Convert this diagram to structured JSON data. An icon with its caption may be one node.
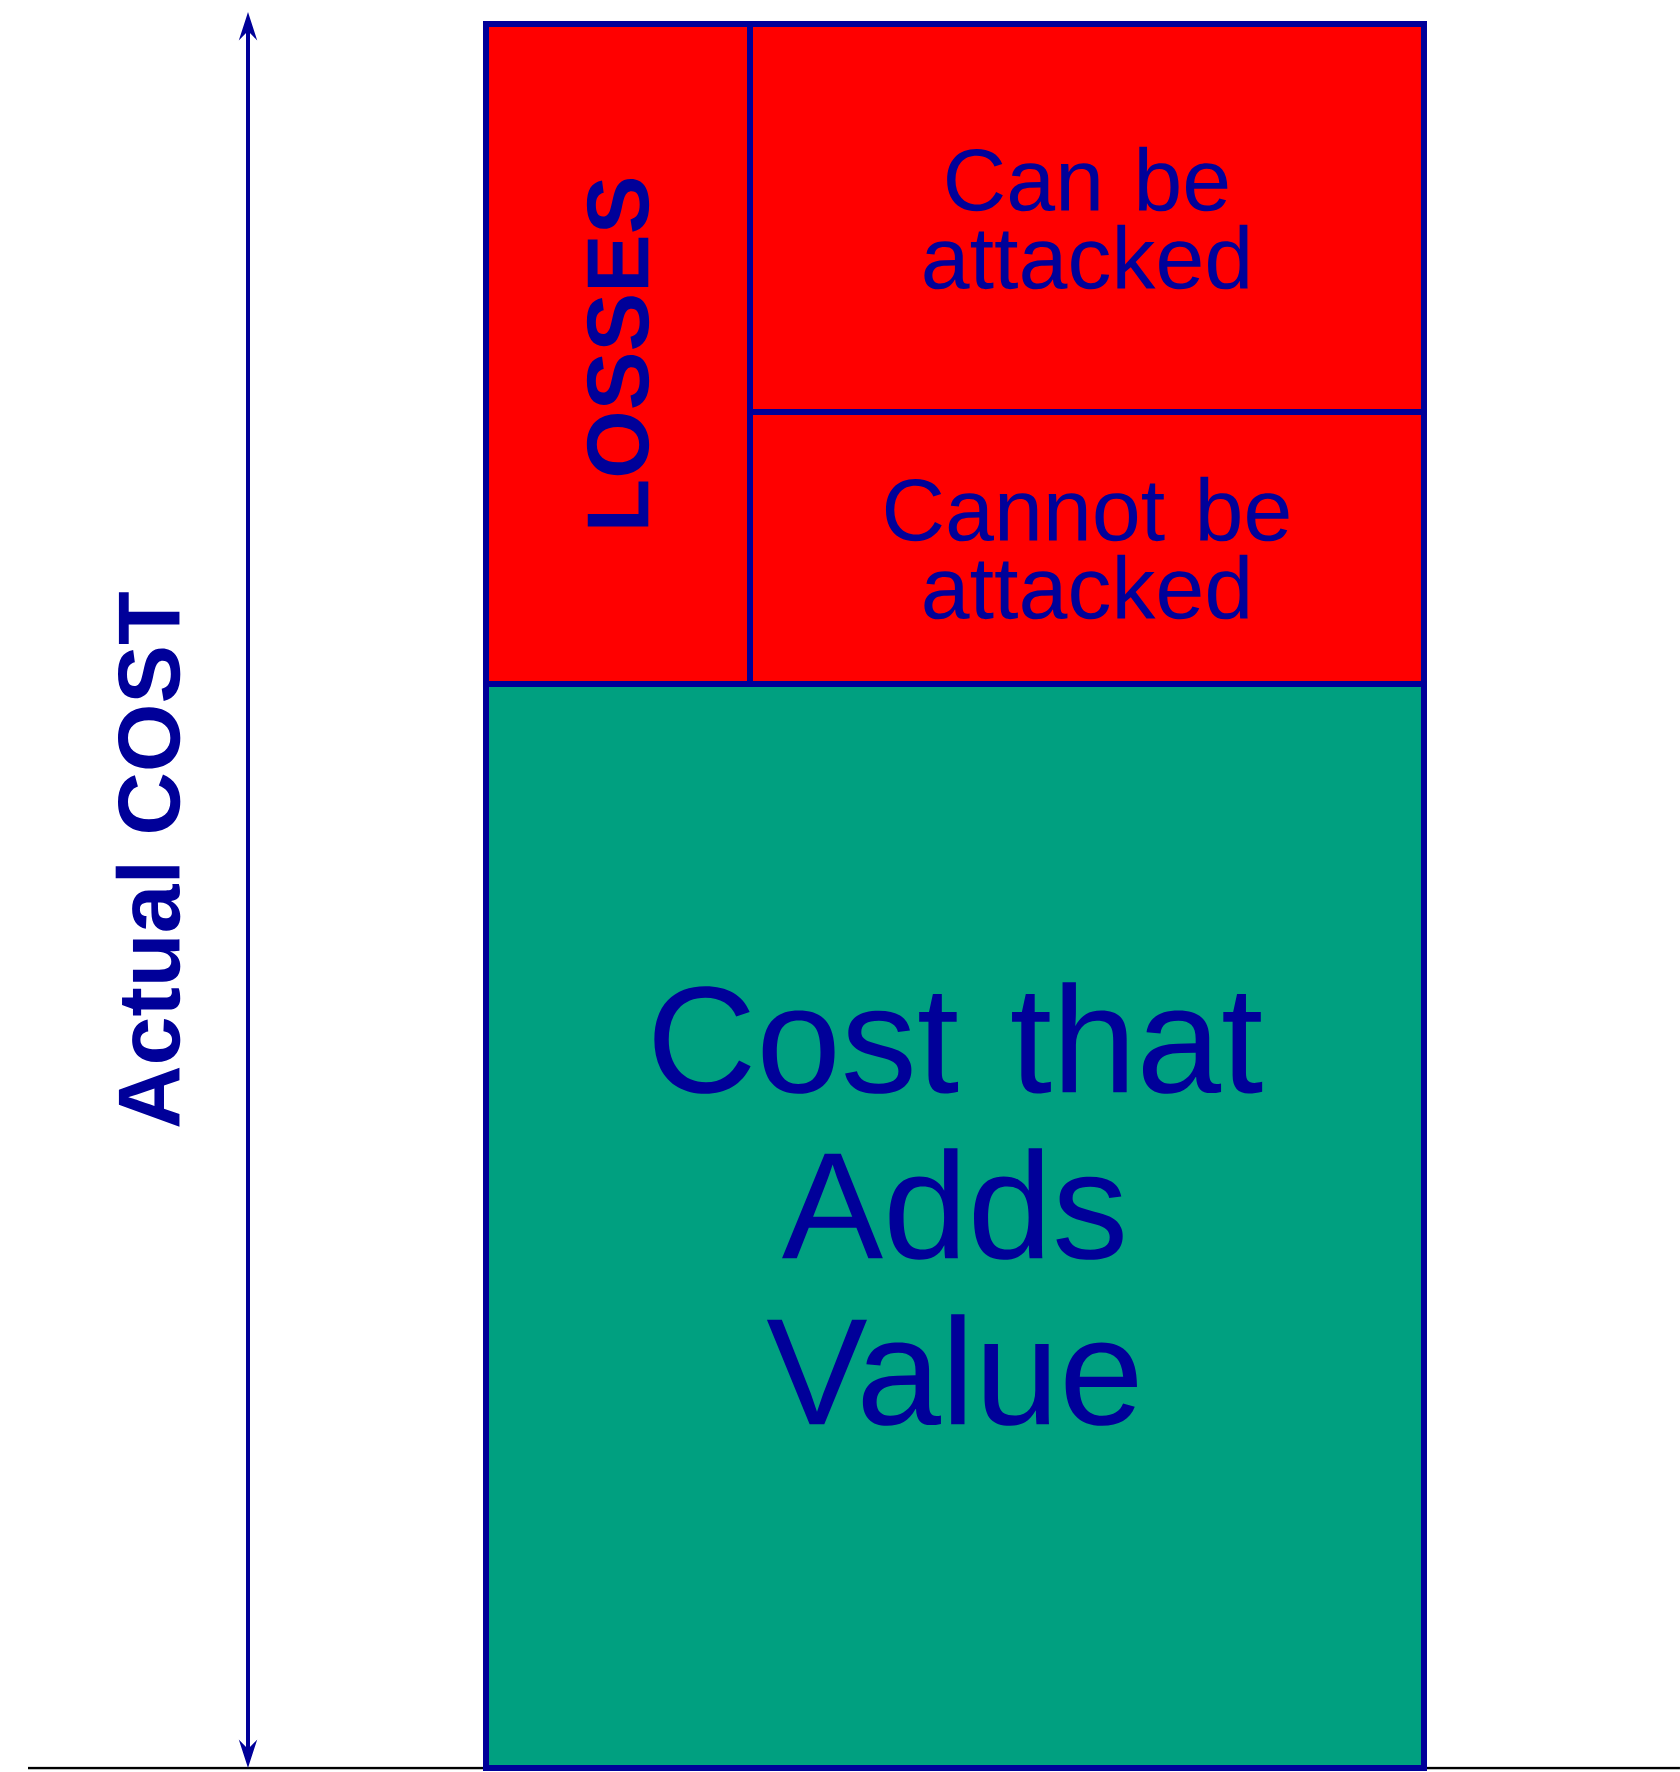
{
  "diagram": {
    "nodes": [
      {
        "text": [
          "LOSSES"
        ]
      },
      {
        "text": [
          "Can be attacked"
        ]
      },
      {
        "text": [
          "Cannot be attacked"
        ]
      },
      {
        "text": [
          "Cost that Adds Value"
        ]
      }
    ],
    "labels": [
      "Actual COST"
    ]
  }
}
